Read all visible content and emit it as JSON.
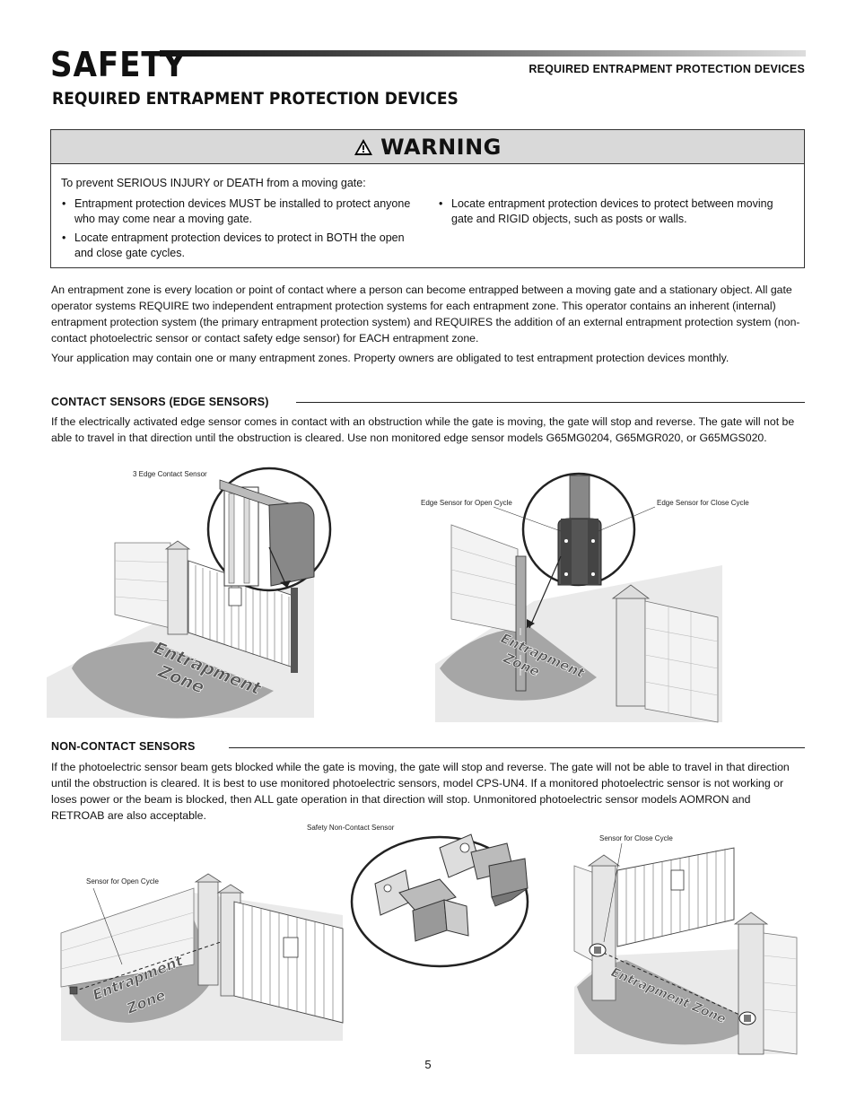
{
  "header": {
    "safety_title": "SAFETY",
    "right_label": "REQUIRED ENTRAPMENT PROTECTION DEVICES",
    "section_title": "REQUIRED ENTRAPMENT PROTECTION DEVICES"
  },
  "warning": {
    "title": "WARNING",
    "intro": "To prevent SERIOUS INJURY or DEATH from a moving gate:",
    "bullets_left": [
      "Entrapment protection devices MUST be installed to protect anyone who may come near a moving gate.",
      "Locate entrapment protection devices to protect in BOTH the open and close gate cycles."
    ],
    "bullets_right": [
      "Locate entrapment protection devices to protect between moving gate and RIGID objects, such as posts or walls."
    ]
  },
  "intro_paragraphs": [
    "An entrapment zone is every location or point of contact where a person can become entrapped between a moving gate and a stationary object. All gate operator systems REQUIRE two independent entrapment protection systems for each entrapment zone. This operator contains an inherent (internal) entrapment protection system (the primary entrapment protection system) and REQUIRES the addition of an external entrapment protection system (non-contact photoelectric sensor or contact safety edge sensor) for EACH entrapment zone.",
    "Your application may contain one or many entrapment zones. Property owners are obligated to test entrapment protection devices monthly."
  ],
  "contact_sensors": {
    "heading": "CONTACT SENSORS (EDGE SENSORS)",
    "text": "If the electrically activated edge sensor comes in contact with an obstruction while the gate is moving, the gate will stop and reverse. The gate will not be able to travel in that direction until the obstruction is cleared. Use non monitored edge sensor models G65MG0204, G65MGR020, or G65MGS020.",
    "fig1_label": "3 Edge Contact Sensor",
    "fig1_zone_line1": "Entrapment",
    "fig1_zone_line2": "Zone",
    "fig2_label_left": "Edge Sensor for Open Cycle",
    "fig2_label_right": "Edge Sensor for Close Cycle",
    "fig2_zone_line1": "Entrapment",
    "fig2_zone_line2": "Zone"
  },
  "non_contact_sensors": {
    "heading": "NON-CONTACT SENSORS",
    "text": "If the photoelectric sensor beam gets blocked while the gate is moving, the gate will stop and reverse. The gate will not be able to travel in that direction until the obstruction is cleared. It is best to use monitored photoelectric sensors, model CPS-UN4. If a monitored photoelectric sensor is not working or loses power or the beam is blocked, then ALL gate operation in that direction will stop. Unmonitored photoelectric sensor models AOMRON and RETROAB are also acceptable.",
    "fig3_label": "Sensor for Open Cycle",
    "fig3_zone_line1": "Entrapment",
    "fig3_zone_line2": "Zone",
    "fig4_label": "Safety Non-Contact Sensor",
    "fig5_label": "Sensor for Close Cycle",
    "fig5_zone": "Entrapment Zone"
  },
  "page_number": "5",
  "colors": {
    "warning_header_bg": "#d9d9d9",
    "zone_fill": "#a6a6a6"
  }
}
